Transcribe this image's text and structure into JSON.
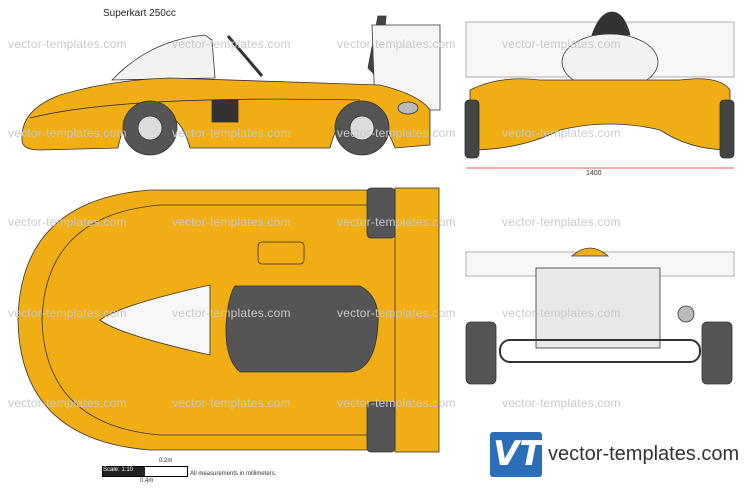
{
  "title": "Superkart 250cc",
  "watermark": "vector-templates.com",
  "dimension_label": "1400",
  "scale": {
    "label": "Scale: 1:10",
    "mark_small": "0.2m",
    "mark_large": "0.4m"
  },
  "note": "All measurements in millimeters.",
  "logo": {
    "letters": "VT",
    "site": "vector-templates.com"
  },
  "colors": {
    "body": "#f0ae14",
    "tire": "#555555",
    "outline": "#333333",
    "logo": "#2a6fb7"
  }
}
